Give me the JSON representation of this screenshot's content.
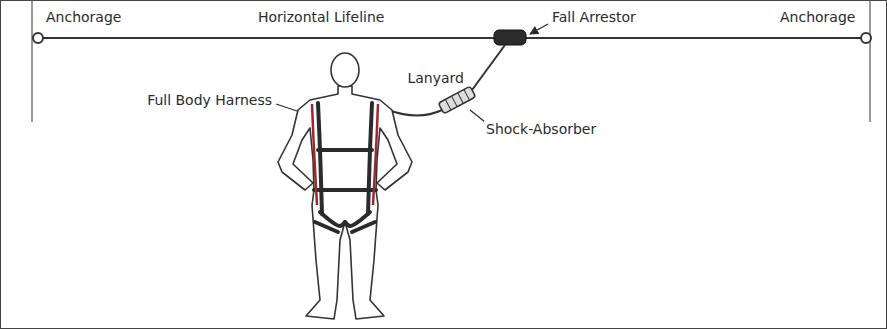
{
  "diagram": {
    "labels": [
      "Anchorage",
      "Horizontal Lifeline",
      "Fall Arrestor",
      "Anchorage",
      "Full Body Harness",
      "Lanyard",
      "Shock-Absorber"
    ]
  }
}
